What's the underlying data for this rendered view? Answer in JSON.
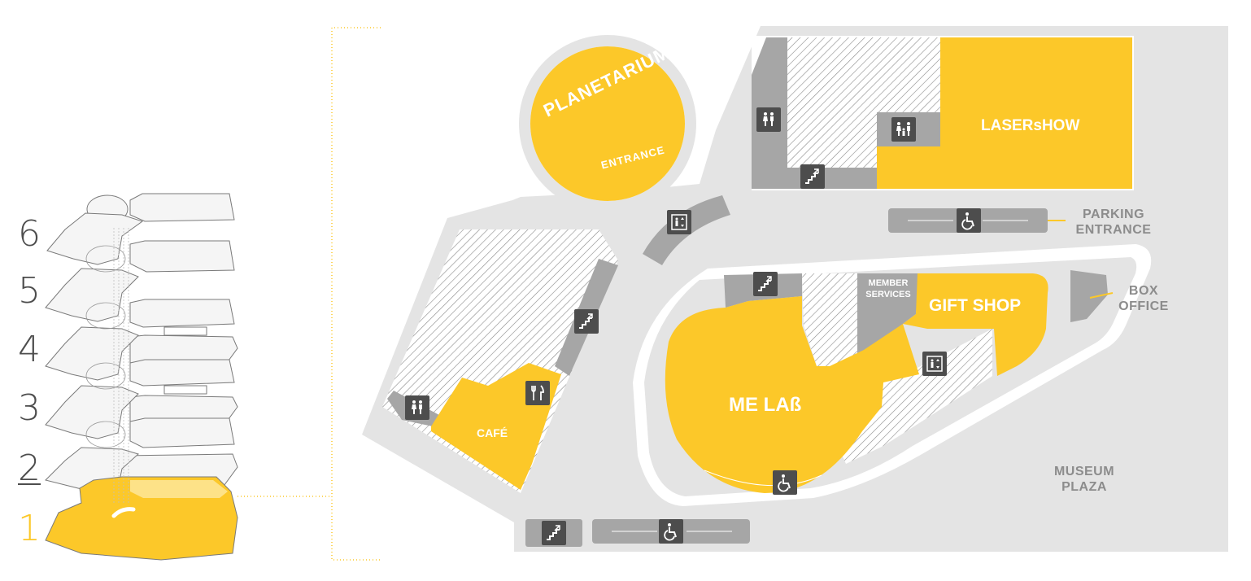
{
  "floors": {
    "labels": [
      "6",
      "5",
      "4",
      "3",
      "2",
      "1"
    ],
    "active": "1"
  },
  "rooms": {
    "planetarium": "PLANETARIUM",
    "planetarium_entrance": "ENTRANCE",
    "lasershow": "LASERsHOW",
    "cafe": "CAFÉ",
    "me_lab": "ME LAß",
    "gift_shop": "GIFT SHOP",
    "member_services_line1": "MEMBER",
    "member_services_line2": "SERVICES"
  },
  "locations": {
    "parking_line1": "PARKING",
    "parking_line2": "ENTRANCE",
    "box_office_line1": "BOX",
    "box_office_line2": "OFFICE",
    "plaza_line1": "MUSEUM",
    "plaza_line2": "PLAZA"
  },
  "icons": [
    "restroom-icon",
    "family-restroom-icon",
    "stairs-icon",
    "elevator-icon",
    "wheelchair-icon",
    "dining-icon"
  ],
  "colors": {
    "accent": "#fcc829",
    "path": "#e4e4e4",
    "structure": "#a6a6a6",
    "icon_bg": "#4d4d4d",
    "label_gray": "#8c8c8c"
  }
}
